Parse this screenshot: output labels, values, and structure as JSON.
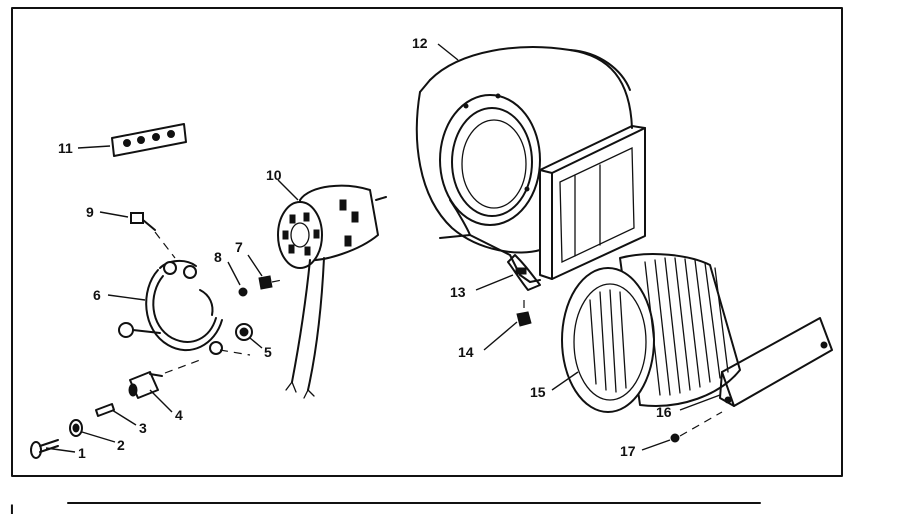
{
  "colors": {
    "ink": "#111111",
    "paper": "#ffffff"
  },
  "labels": {
    "l1": "1",
    "l2": "2",
    "l3": "3",
    "l4": "4",
    "l5": "5",
    "l6": "6",
    "l7": "7",
    "l8": "8",
    "l9": "9",
    "l10": "10",
    "l11": "11",
    "l12": "12",
    "l13": "13",
    "l14": "14",
    "l15": "15",
    "l16": "16",
    "l17": "17"
  },
  "footer": {
    "tick_mark": "I"
  }
}
